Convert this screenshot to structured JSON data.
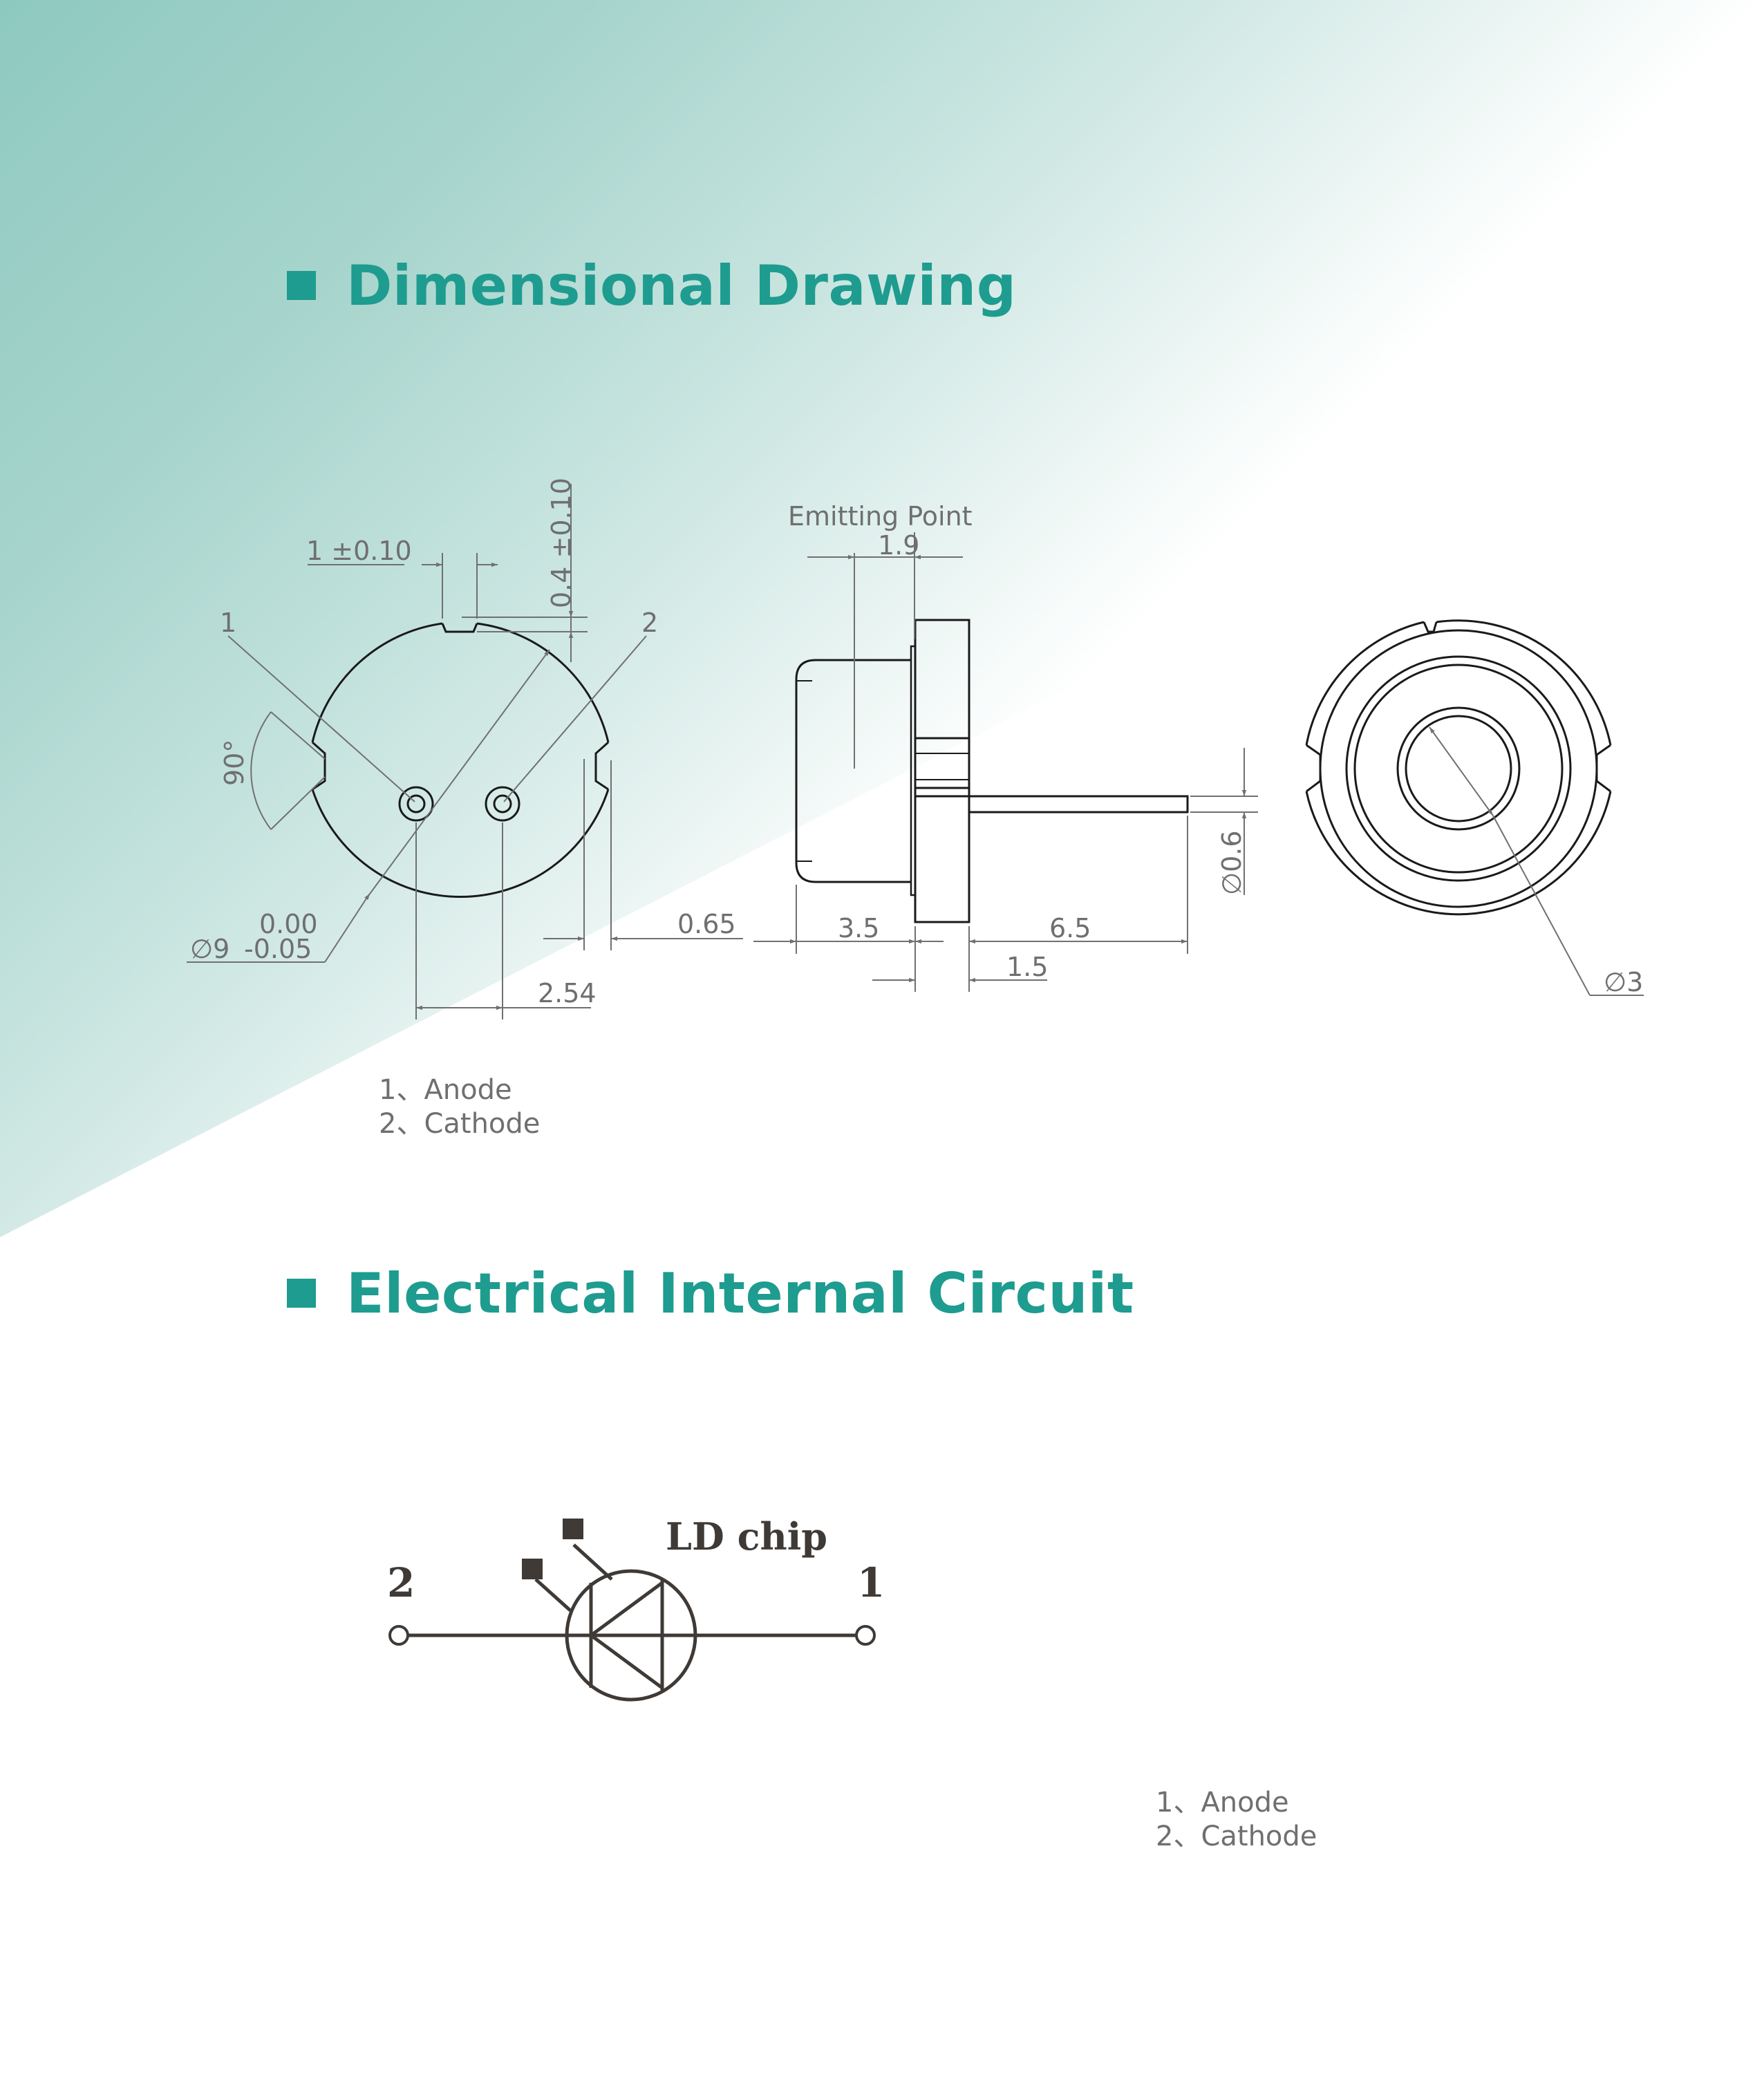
{
  "colors": {
    "accent": "#1e9c8f",
    "gradient_start": "#8ec9c0",
    "line": "#1a1a1a",
    "dim_line": "#707070",
    "dim_text": "#6f6f6f",
    "circuit": "#3f3a36"
  },
  "icons": {
    "section_marker": "filled-square-icon"
  },
  "sections": {
    "dimensional": {
      "title": "Dimensional Drawing"
    },
    "circuit": {
      "title": "Electrical Internal Circuit"
    }
  },
  "drawing": {
    "front": {
      "pin1": "1",
      "pin2": "2",
      "slot_width": "1 ±0.10",
      "slot_depth": "0.4 ±0.10",
      "angle": "90°",
      "diameter": "∅9",
      "diameter_tol_upper": "0.00",
      "diameter_tol_lower": "-0.05",
      "pin_pitch": "2.54",
      "flat_depth": "0.65"
    },
    "side": {
      "emitting_point": "Emitting Point",
      "emit_offset": "1.9",
      "cap_length": "3.5",
      "lead_length": "6.5",
      "flange": "1.5",
      "lead_dia": "∅0.6"
    },
    "back": {
      "window_dia": "∅3"
    }
  },
  "pin_legend": {
    "anode": "1、Anode",
    "cathode": "2、Cathode"
  },
  "circuit": {
    "chip_label": "LD chip",
    "pin_left": "2",
    "pin_right": "1"
  }
}
